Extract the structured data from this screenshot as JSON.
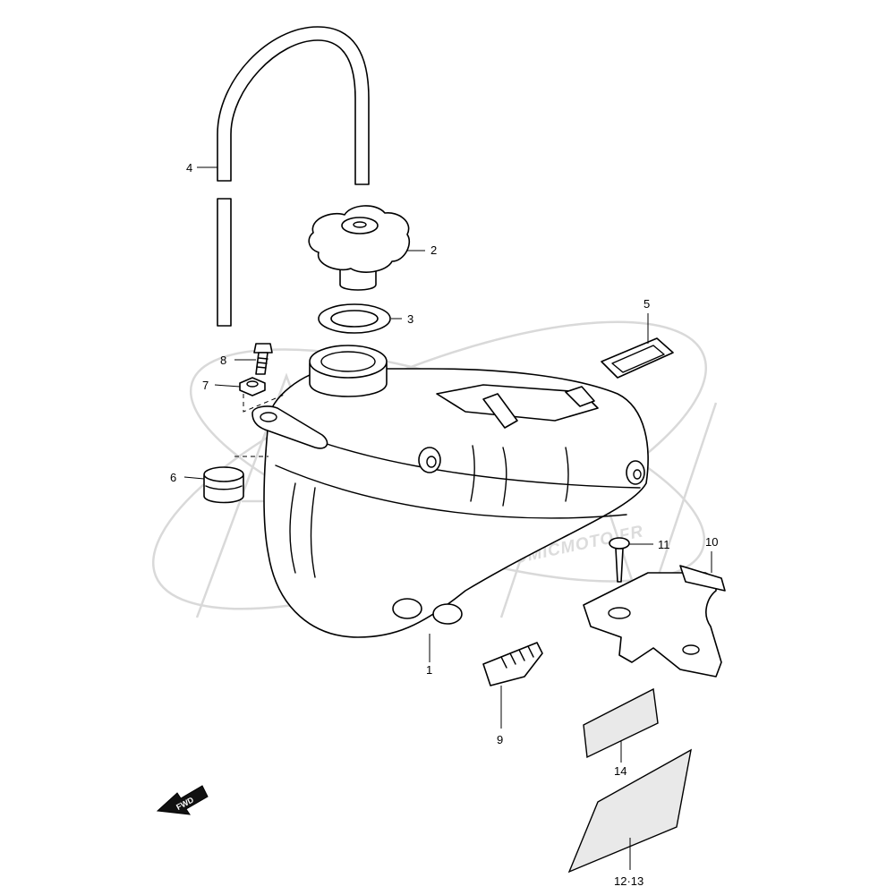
{
  "watermark": {
    "site": "WWW.ATOMICMOTO.FR"
  },
  "direction_badge": {
    "label": "FWD"
  },
  "callouts": [
    {
      "id": "1",
      "label": "1"
    },
    {
      "id": "2",
      "label": "2"
    },
    {
      "id": "3",
      "label": "3"
    },
    {
      "id": "4",
      "label": "4"
    },
    {
      "id": "5",
      "label": "5"
    },
    {
      "id": "6",
      "label": "6"
    },
    {
      "id": "7",
      "label": "7"
    },
    {
      "id": "8",
      "label": "8"
    },
    {
      "id": "9",
      "label": "9"
    },
    {
      "id": "10",
      "label": "10"
    },
    {
      "id": "11",
      "label": "11"
    },
    {
      "id": "14",
      "label": "14"
    },
    {
      "id": "12-13",
      "label": "12·13"
    }
  ]
}
